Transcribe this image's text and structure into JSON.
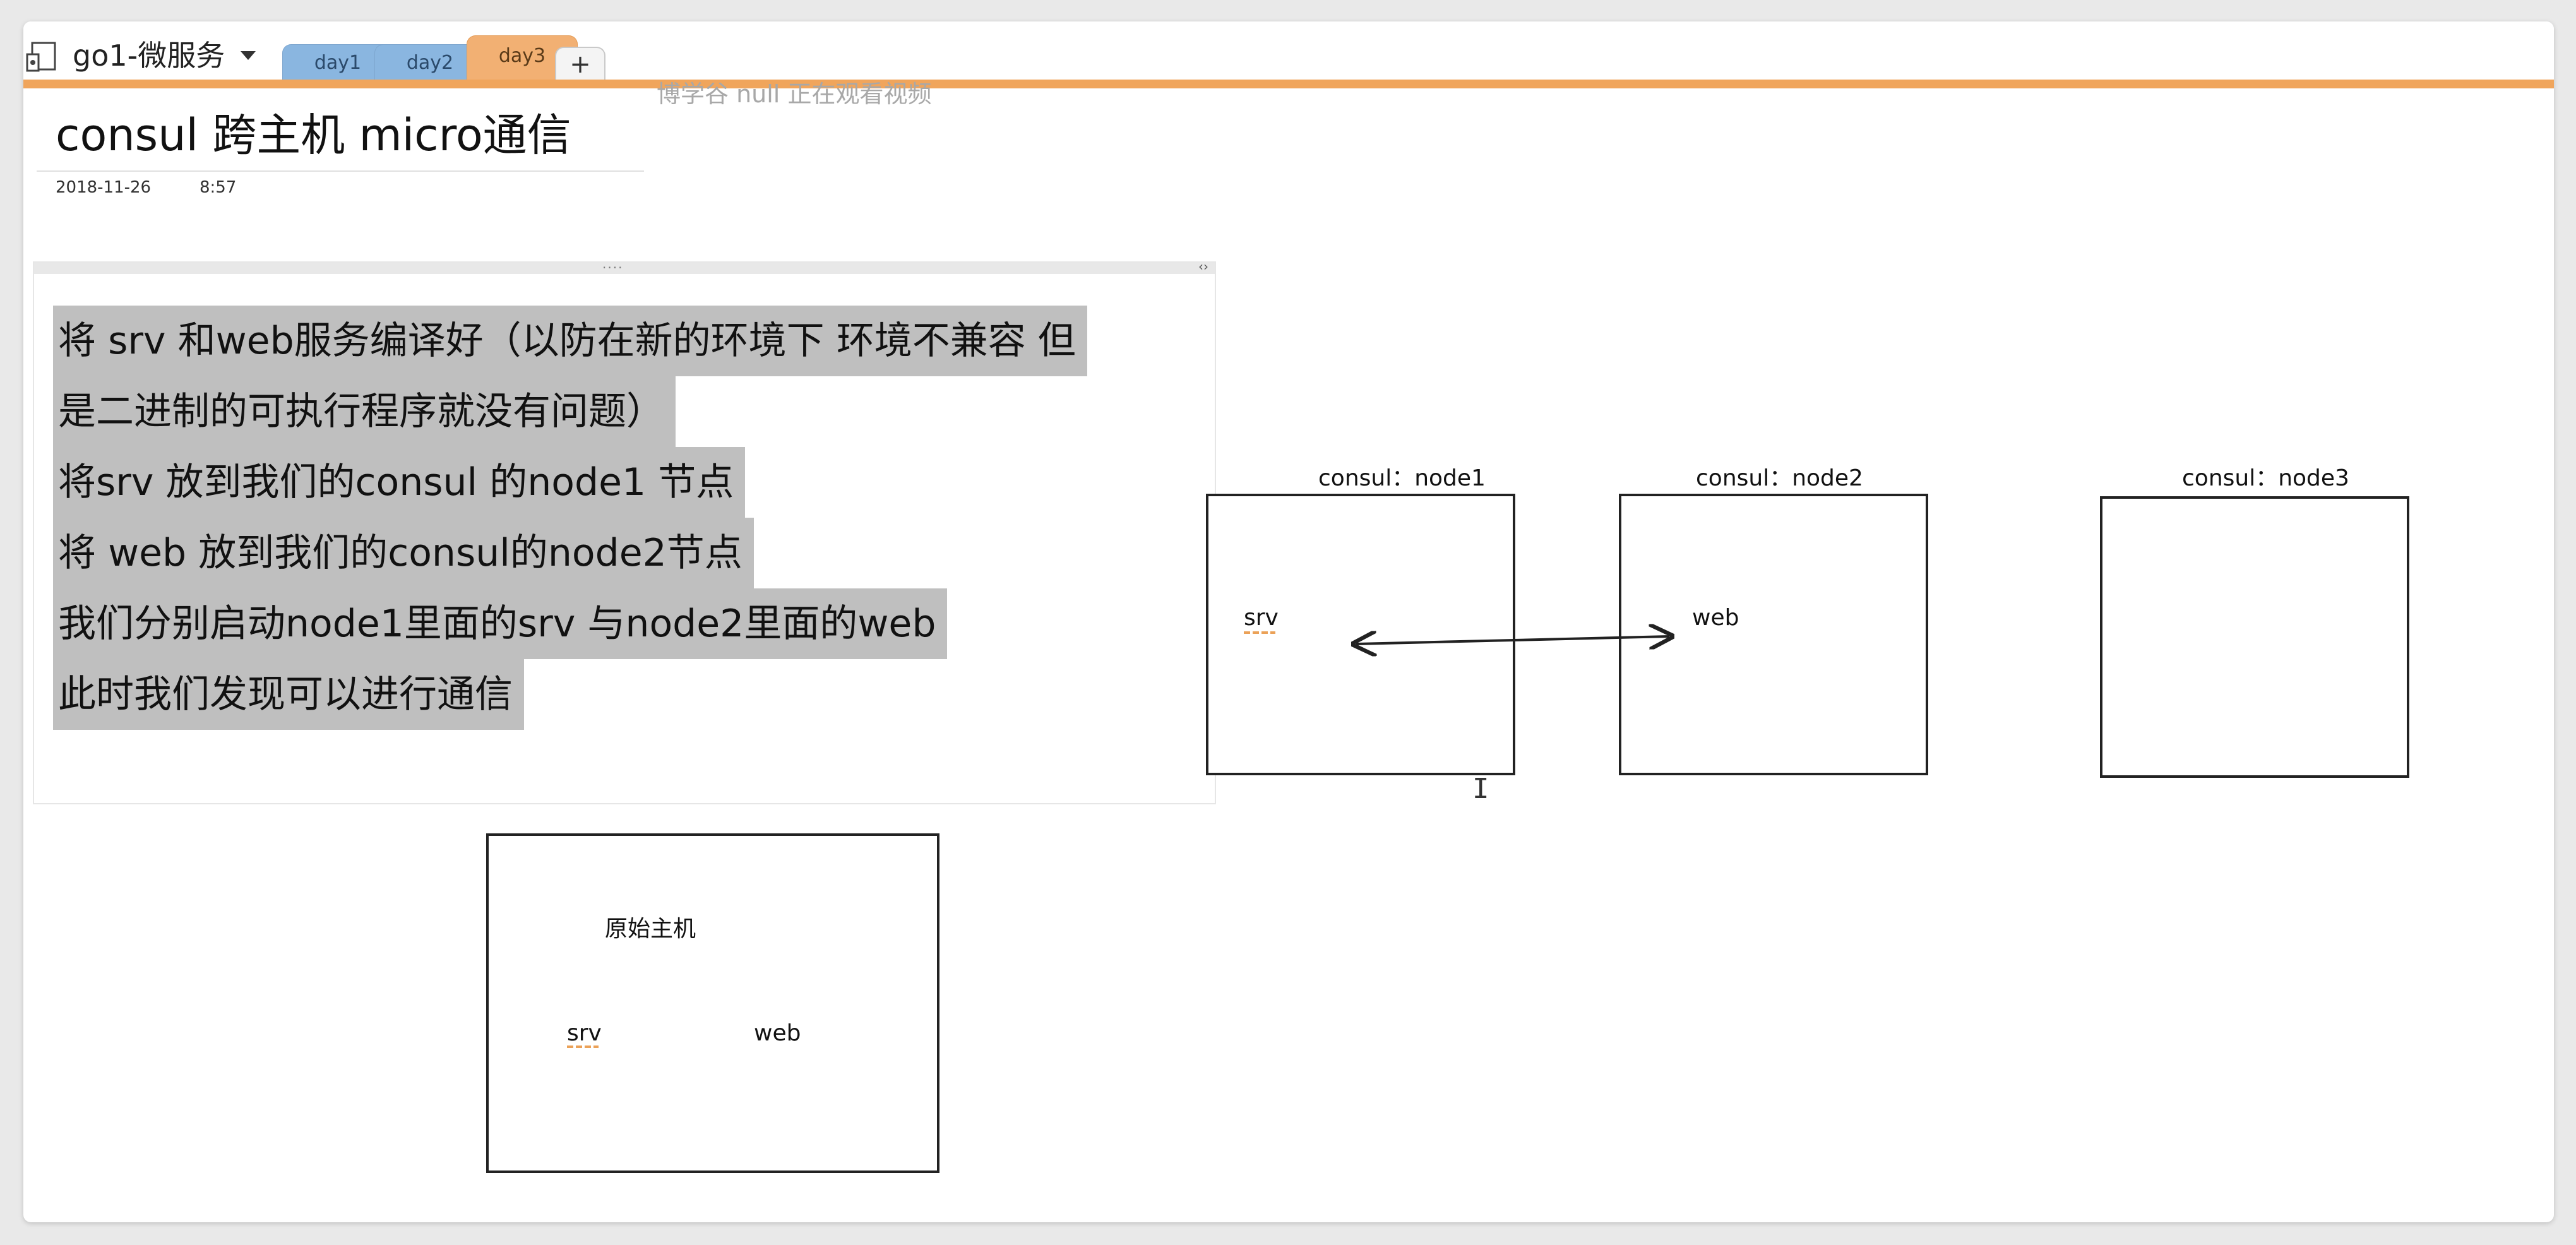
{
  "notebook": {
    "title": "go1-微服务",
    "icon": "notebook-icon"
  },
  "tabs": [
    {
      "label": "day1"
    },
    {
      "label": "day2"
    },
    {
      "label": "day3",
      "active": true
    }
  ],
  "add_tab_label": "+",
  "watermark": "博学谷 null 正在观看视频",
  "page": {
    "title": "consul 跨主机 micro通信",
    "date": "2018-11-26",
    "time": "8:57"
  },
  "note": {
    "lines": [
      "将 srv 和web服务编译好（以防在新的环境下 环境不兼容 但",
      "是二进制的可执行程序就没有问题）",
      "将srv 放到我们的consul 的node1 节点",
      "将 web 放到我们的consul的node2节点",
      "我们分别启动node1里面的srv 与node2里面的web",
      "此时我们发现可以进行通信"
    ]
  },
  "diagram": {
    "node1": {
      "label": "consul：node1",
      "content": "srv"
    },
    "node2": {
      "label": "consul：node2",
      "content": "web"
    },
    "node3": {
      "label": "consul：node3"
    },
    "original_host": {
      "title": "原始主机",
      "srv": "srv",
      "web": "web"
    }
  },
  "colors": {
    "accent_orange": "#f0a55c",
    "tab_blue": "#8ab6e0",
    "highlight_gray": "#bfbfbf"
  }
}
